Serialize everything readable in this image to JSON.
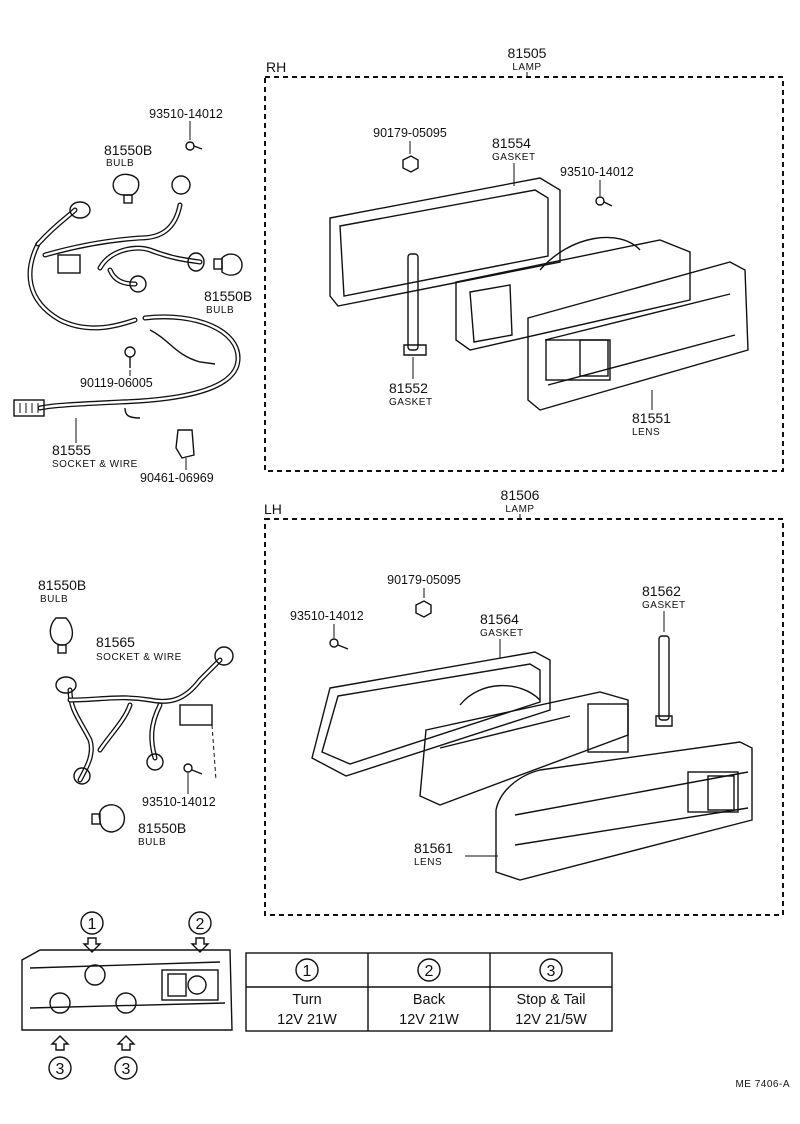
{
  "rh": {
    "side": "RH",
    "assembly": {
      "pn": "81505",
      "name": "LAMP"
    },
    "screw_top": "93510-14012",
    "bulb_top": {
      "pn": "81550B",
      "name": "BULB"
    },
    "bulb_right": {
      "pn": "81550B",
      "name": "BULB"
    },
    "nut": "90179-05095",
    "gasket_frame": {
      "pn": "81554",
      "name": "GASKET"
    },
    "screw_right": "93510-14012",
    "gasket_strip": {
      "pn": "81552",
      "name": "GASKET"
    },
    "lens": {
      "pn": "81551",
      "name": "LENS"
    },
    "bolt": "90119-06005",
    "socket": {
      "pn": "81555",
      "name": "SOCKET & WIRE"
    },
    "clamp": "90461-06969"
  },
  "lh": {
    "side": "LH",
    "assembly": {
      "pn": "81506",
      "name": "LAMP"
    },
    "bulb_top": {
      "pn": "81550B",
      "name": "BULB"
    },
    "socket": {
      "pn": "81565",
      "name": "SOCKET & WIRE"
    },
    "nut": "90179-05095",
    "screw_left": "93510-14012",
    "gasket_frame": {
      "pn": "81564",
      "name": "GASKET"
    },
    "gasket_strip": {
      "pn": "81562",
      "name": "GASKET"
    },
    "screw_bottom": "93510-14012",
    "bulb_bottom": {
      "pn": "81550B",
      "name": "BULB"
    },
    "lens": {
      "pn": "81561",
      "name": "LENS"
    }
  },
  "positions": {
    "markers": [
      "1",
      "2",
      "3",
      "3"
    ]
  },
  "bulb_table": [
    {
      "num": "1",
      "function": "Turn",
      "spec": "12V 21W"
    },
    {
      "num": "2",
      "function": "Back",
      "spec": "12V 21W"
    },
    {
      "num": "3",
      "function": "Stop & Tail",
      "spec": "12V 21/5W"
    }
  ],
  "code": "ME 7406-A"
}
